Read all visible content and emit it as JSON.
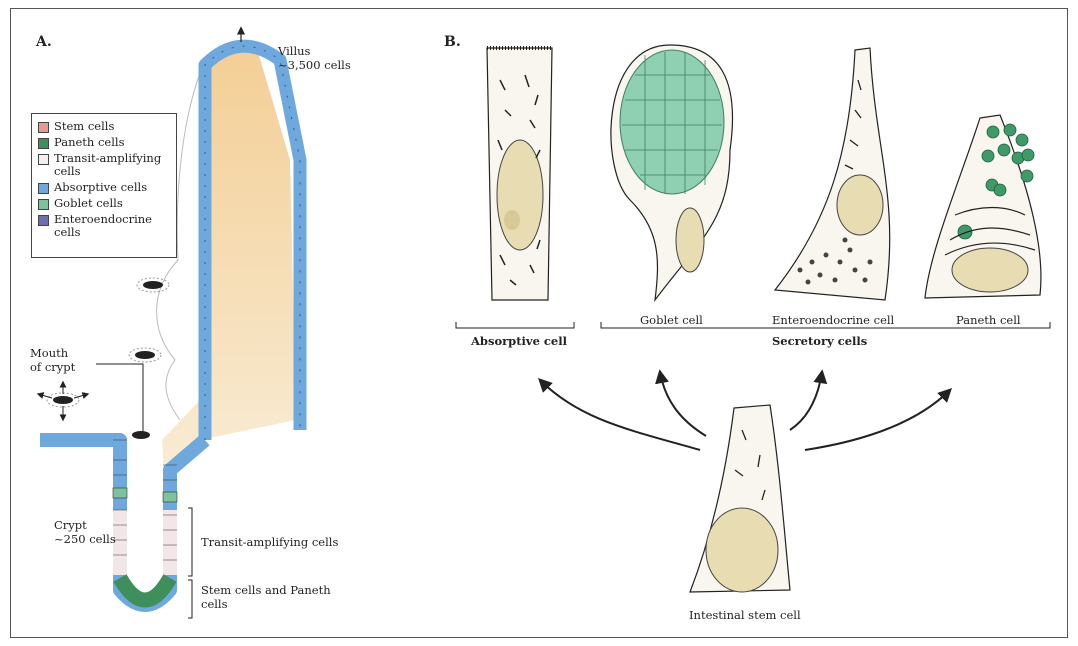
{
  "panel_a": {
    "label": "A.",
    "villus_label": "Villus\n~3,500 cells",
    "mouth_label": "Mouth\nof crypt",
    "crypt_label": "Crypt\n~250 cells",
    "transit_bracket_label": "Transit-amplifying cells",
    "stem_bracket_label": "Stem cells and Paneth\ncells",
    "legend": [
      {
        "label": "Stem cells",
        "color": "#e79a8f"
      },
      {
        "label": "Paneth cells",
        "color": "#3f8f5c"
      },
      {
        "label": "Transit-amplifying\ncells",
        "color": "#f4eeee"
      },
      {
        "label": "Absorptive cells",
        "color": "#6ea8dc"
      },
      {
        "label": "Goblet cells",
        "color": "#7cc29a"
      },
      {
        "label": "Enteroendocrine\ncells",
        "color": "#6f6fb0"
      }
    ]
  },
  "panel_b": {
    "label": "B.",
    "absorptive_cell": "Absorptive cell",
    "goblet_cell": "Goblet cell",
    "enteroendocrine_cell": "Enteroendocrine cell",
    "paneth_cell": "Paneth cell",
    "secretory_cells": "Secretory cells",
    "stem_cell": "Intestinal stem cell"
  }
}
